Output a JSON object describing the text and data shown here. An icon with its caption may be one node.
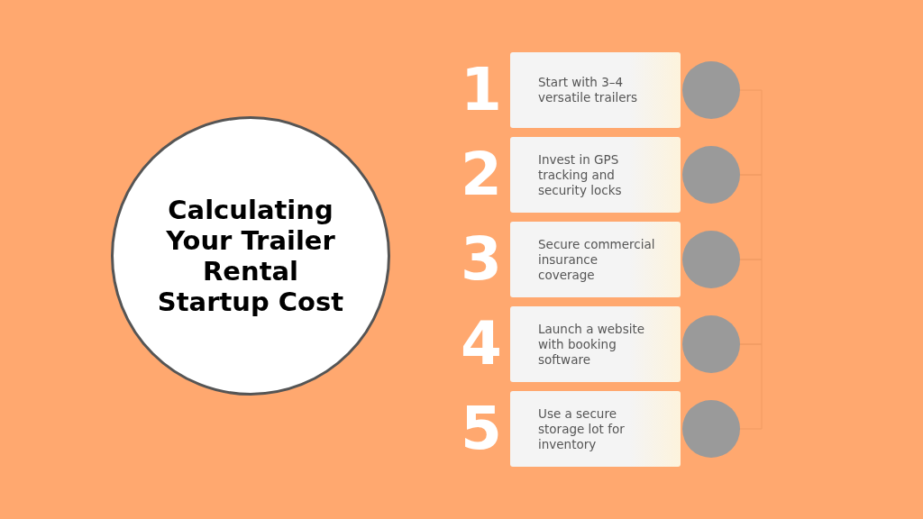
{
  "diagram": {
    "nodes": [
      {
        "text": [
          "Calculating Your Trailer Rental Startup Cost"
        ]
      },
      {
        "text": [
          "Start with 3–4 versatile trailers"
        ],
        "beside": [
          "1"
        ]
      },
      {
        "text": [],
        "shape": "circle"
      },
      {
        "text": [
          "Invest in GPS tracking and security locks"
        ],
        "beside": [
          "2"
        ]
      },
      {
        "text": [],
        "shape": "circle"
      },
      {
        "text": [
          "Secure commercial insurance coverage"
        ],
        "beside": [
          "3"
        ]
      },
      {
        "text": [],
        "shape": "circle"
      },
      {
        "text": [
          "Launch a website with booking software"
        ],
        "beside": [
          "4"
        ]
      },
      {
        "text": [],
        "shape": "circle"
      },
      {
        "text": [
          "Use a secure storage lot for inventory"
        ],
        "beside": [
          "5"
        ]
      },
      {
        "text": [],
        "shape": "circle"
      }
    ],
    "edges": [
      {
        "from": 2,
        "to": 4,
        "arrow": "none"
      },
      {
        "from": 4,
        "to": 6,
        "arrow": "none"
      },
      {
        "from": 6,
        "to": 8,
        "arrow": "none"
      },
      {
        "from": 8,
        "to": 10,
        "arrow": "none"
      }
    ]
  }
}
